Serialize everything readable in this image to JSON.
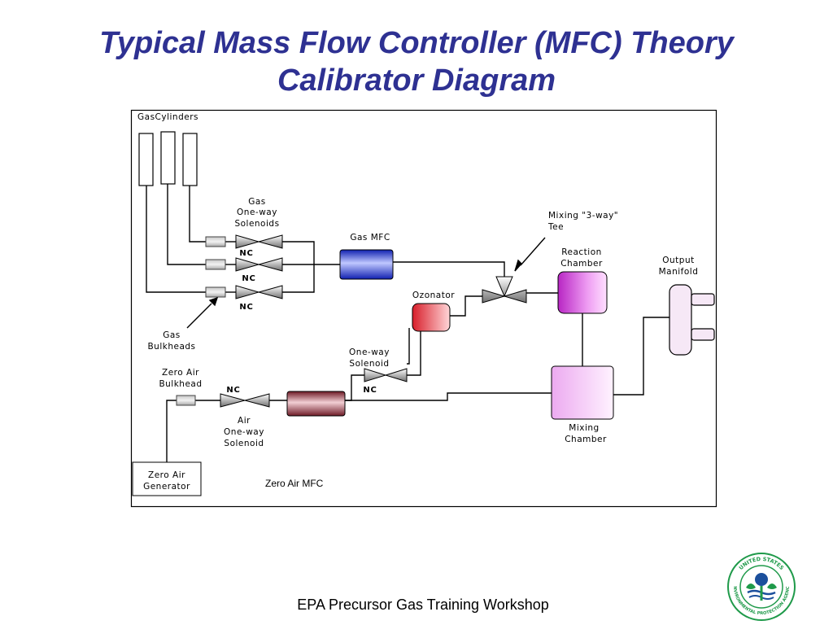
{
  "slide": {
    "title_line1": "Typical Mass Flow Controller (MFC) Theory",
    "title_line2": "Calibrator Diagram",
    "footer": "EPA Precursor Gas Training Workshop"
  },
  "diagram": {
    "gas_cylinders": "GasCylinders",
    "gas_solenoids": [
      "Gas",
      "One-way",
      "Solenoids"
    ],
    "nc": "NC",
    "gas_mfc": "Gas MFC",
    "mixing_tee": [
      "Mixing \"3-way\"",
      "Tee"
    ],
    "reaction_chamber": [
      "Reaction",
      "Chamber"
    ],
    "output_manifold": [
      "Output",
      "Manifold"
    ],
    "ozonator": "Ozonator",
    "gas_bulkheads": [
      "Gas",
      "Bulkheads"
    ],
    "zero_air_bulkhead": [
      "Zero Air",
      "Bulkhead"
    ],
    "one_way_solenoid": [
      "One-way",
      "Solenoid"
    ],
    "air_solenoid": [
      "Air",
      "One-way",
      "Solenoid"
    ],
    "mixing_chamber": [
      "Mixing",
      "Chamber"
    ],
    "zero_air_generator": [
      "Zero Air",
      "Generator"
    ],
    "zero_air_mfc": "Zero Air MFC"
  },
  "logo": {
    "ring_top": "UNITED STATES",
    "ring_bottom": "ENVIRONMENTAL PROTECTION AGENCY"
  },
  "colors": {
    "title": "#2e3192",
    "gas_mfc": "#2233cc",
    "zero_air_mfc": "#8b2a35",
    "ozonator": "#e0303a",
    "reaction_chamber": "#d045d8",
    "mixing_chamber": "#f2c8f2",
    "epa_green": "#1f9a4a",
    "epa_blue": "#1b4f9c"
  }
}
